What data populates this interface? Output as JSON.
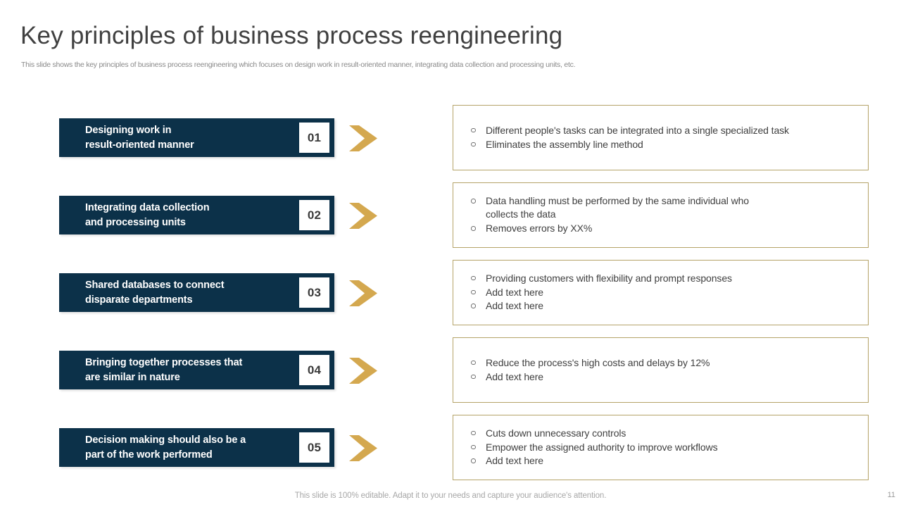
{
  "header": {
    "title": "Key principles of business process reengineering",
    "subtitle": "This slide shows the key principles of business process reengineering which focuses on design work in result-oriented manner, integrating data collection and processing units, etc."
  },
  "colors": {
    "navy": "#0c3149",
    "gold": "#d4a84f",
    "card_border": "#b5a369",
    "title_text": "#404040",
    "body_text": "#3f3f3f",
    "muted_text": "#8a8a8a"
  },
  "principles": [
    {
      "number": "01",
      "title_line1": "Designing work in",
      "title_line2": "result-oriented manner",
      "bullets": [
        "Different people's tasks can be integrated into a single specialized task",
        "Eliminates the assembly line method"
      ]
    },
    {
      "number": "02",
      "title_line1": "Integrating data collection",
      "title_line2": "and processing units",
      "bullets": [
        "Data handling must be performed by the same individual who collects the data",
        "Removes errors by XX%"
      ]
    },
    {
      "number": "03",
      "title_line1": "Shared databases to connect",
      "title_line2": "disparate departments",
      "bullets": [
        "Providing customers with flexibility and prompt responses",
        "Add text here",
        "Add text here"
      ]
    },
    {
      "number": "04",
      "title_line1": "Bringing together processes that",
      "title_line2": "are similar in nature",
      "bullets": [
        "Reduce the process's high costs and delays by 12%",
        "Add text here"
      ]
    },
    {
      "number": "05",
      "title_line1": "Decision making should also be a",
      "title_line2": "part of the work performed",
      "bullets": [
        "Cuts down unnecessary controls",
        "Empower the assigned authority to improve workflows",
        "Add text here"
      ]
    }
  ],
  "footer": {
    "note": "This slide is 100% editable. Adapt it to your needs and capture your audience's attention.",
    "page_number": "11"
  }
}
